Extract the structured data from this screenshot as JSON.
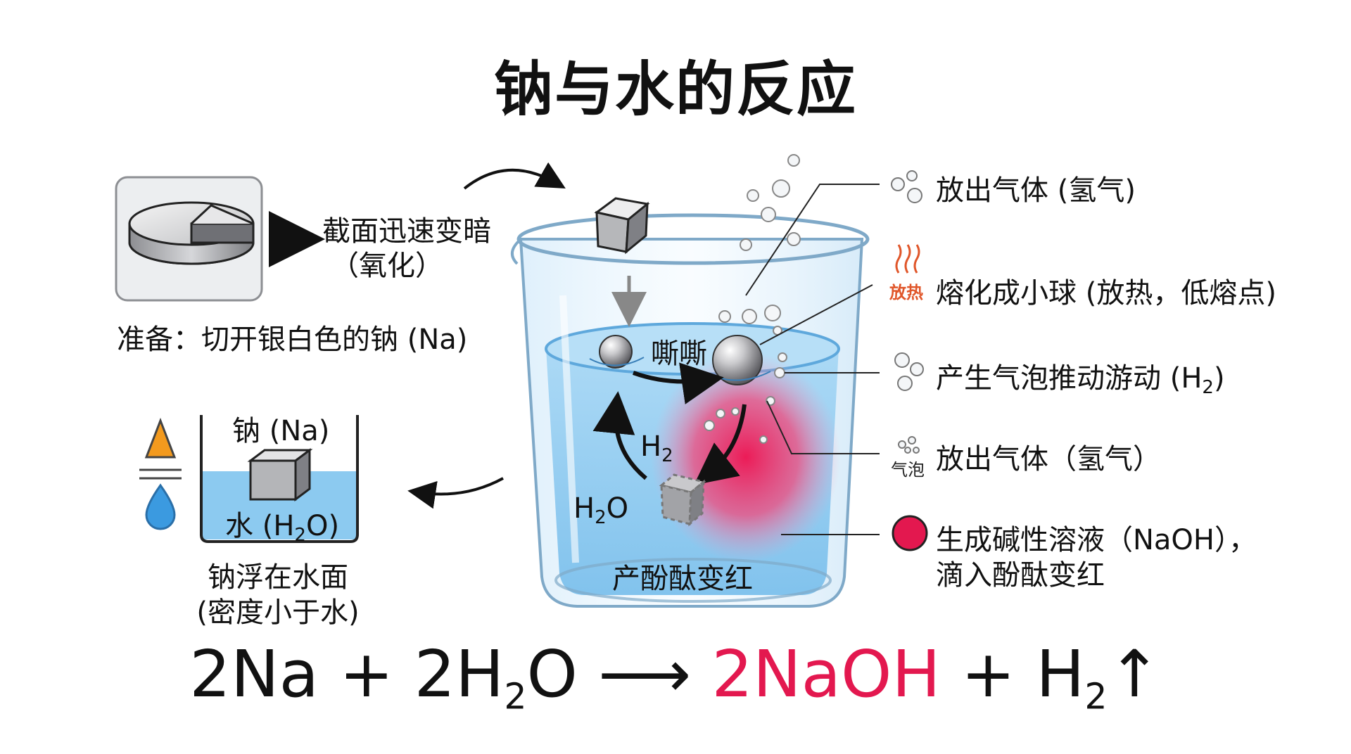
{
  "title": "钠与水的反应",
  "prep": {
    "cut_label_line1": "截面迅速变暗",
    "cut_label_line2": "（氧化）",
    "caption": "准备：切开银白色的钠 (Na)"
  },
  "float_panel": {
    "sodium_label": "钠 (Na)",
    "water_label_prefix": "水 (H",
    "water_label_sub": "2",
    "water_label_suffix": "O)",
    "caption_line1": "钠浮在水面",
    "caption_line2": "(密度小于水)"
  },
  "beaker": {
    "sizzle_label": "嘶嘶",
    "h2_label": "H",
    "h2_sub": "2",
    "h2o_label_prefix": "H",
    "h2o_label_sub": "2",
    "h2o_label_suffix": "O",
    "bottom_label": "产酚酞变红"
  },
  "annotations": {
    "gas_release_1": "放出气体 (氢气)",
    "melt_icon": "放热",
    "melt": "熔化成小球 (放热，低熔点)",
    "bubble_push_prefix": "产生气泡推动游动 (H",
    "bubble_push_sub": "2",
    "bubble_push_suffix": ")",
    "gas_icon": "气泡",
    "gas_release_2": "放出气体（氢气）",
    "alkali_line1": "生成碱性溶液（NaOH），",
    "alkali_line2": "滴入酚酞变红"
  },
  "equation": {
    "lhs": "2Na + 2H",
    "lhs_sub": "2",
    "lhs_tail": "O ⟶ ",
    "product": "2NaOH",
    "rhs": " + H",
    "rhs_sub": "2",
    "rhs_tail": "↑"
  },
  "colors": {
    "phenolphthalein": "#e3184f",
    "water": "#8fcbf0",
    "flame": "#f39a1e"
  }
}
